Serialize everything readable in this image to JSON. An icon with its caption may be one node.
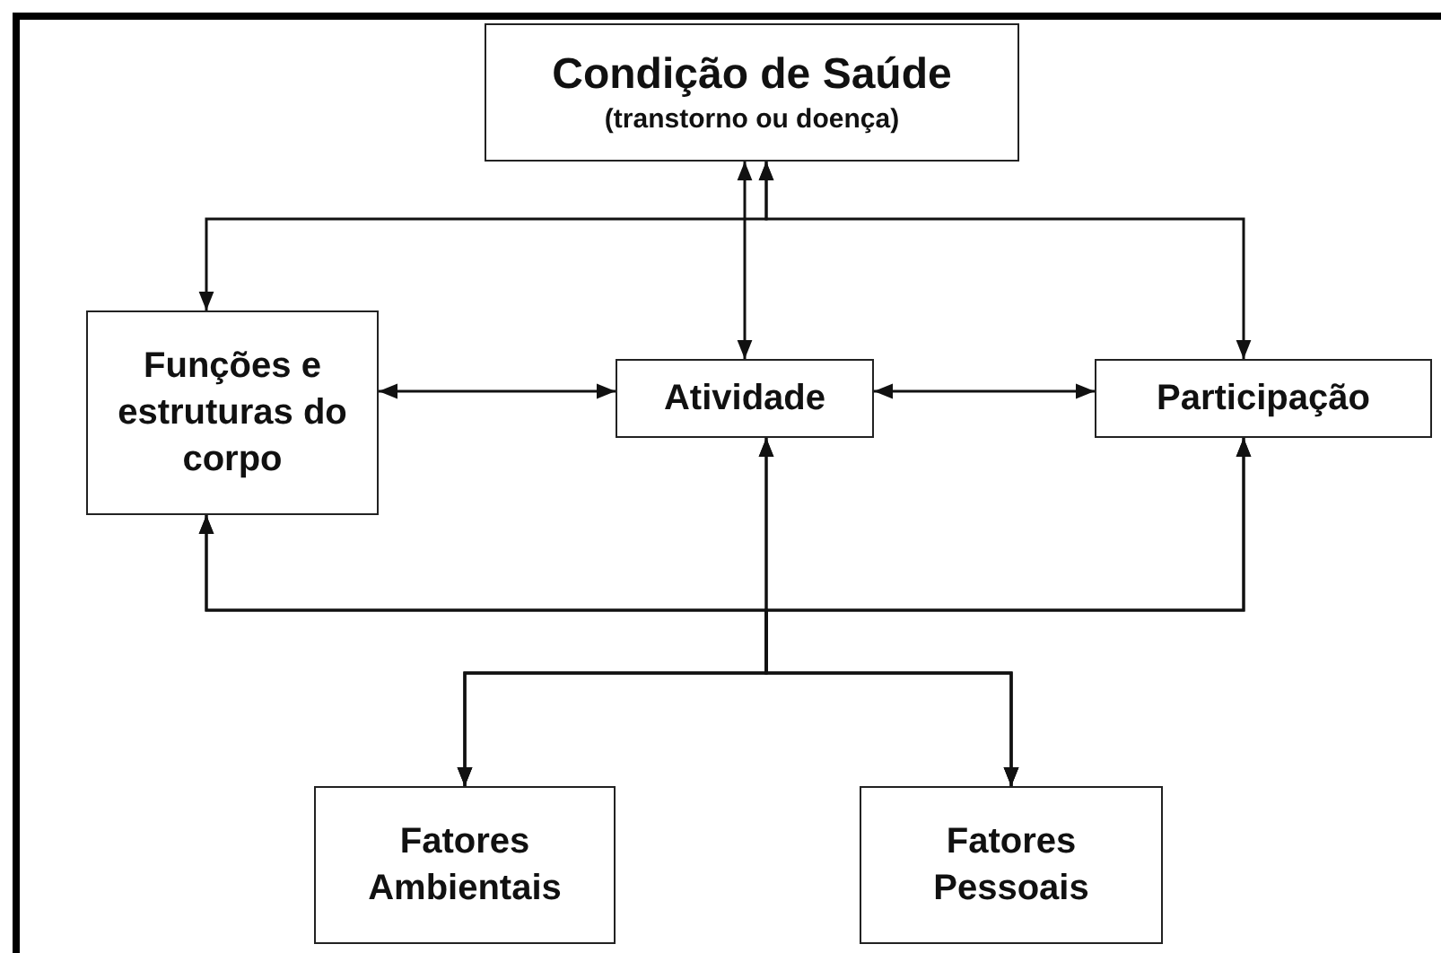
{
  "diagram": {
    "nodes": [
      {
        "text": [
          "Condição de Saúde",
          "(transtorno ou doença)"
        ]
      },
      {
        "text": [
          "Funções e estruturas do corpo"
        ]
      },
      {
        "text": [
          "Atividade"
        ]
      },
      {
        "text": [
          "Participação"
        ]
      },
      {
        "text": [
          "Fatores Ambientais"
        ]
      },
      {
        "text": [
          "Fatores Pessoais"
        ]
      }
    ],
    "edges": [
      {
        "from": 0,
        "to": 2,
        "arrow": "both"
      },
      {
        "from": 0,
        "to": 1,
        "arrow": "both"
      },
      {
        "from": 0,
        "to": 3,
        "arrow": "both"
      },
      {
        "from": 1,
        "to": 2,
        "arrow": "both"
      },
      {
        "from": 2,
        "to": 3,
        "arrow": "both"
      },
      {
        "from": 4,
        "to": 1,
        "arrow": "both"
      },
      {
        "from": 4,
        "to": 2,
        "arrow": "both"
      },
      {
        "from": 4,
        "to": 3,
        "arrow": "both"
      },
      {
        "from": 5,
        "to": 1,
        "arrow": "both"
      },
      {
        "from": 5,
        "to": 2,
        "arrow": "both"
      },
      {
        "from": 5,
        "to": 3,
        "arrow": "both"
      }
    ]
  }
}
